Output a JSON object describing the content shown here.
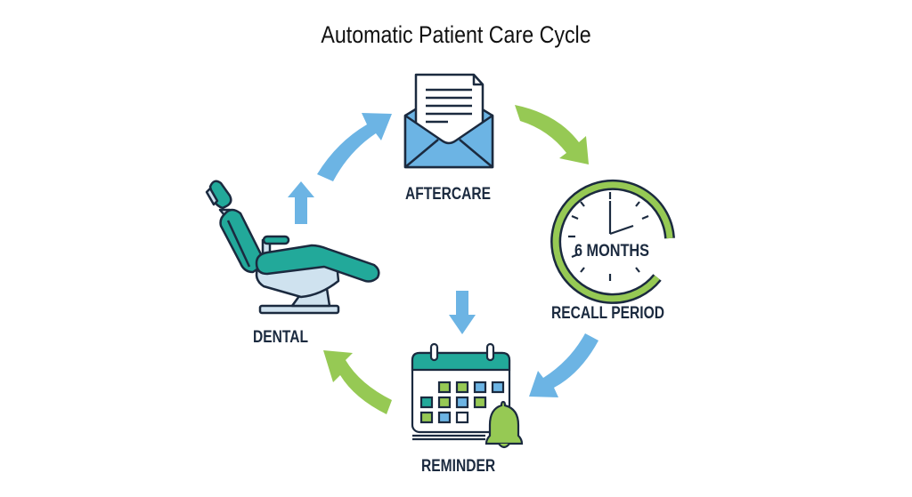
{
  "title": "Automatic Patient Care Cycle",
  "nodes": {
    "aftercare": {
      "label": "AFTERCARE",
      "icon": "envelope-letter-icon"
    },
    "recall": {
      "label": "RECALL PERIOD",
      "icon": "clock-icon",
      "clock_text": "6 MONTHS"
    },
    "reminder": {
      "label": "REMINDER",
      "icon": "calendar-bell-icon"
    },
    "dental": {
      "label": "DENTAL",
      "icon": "dental-chair-icon"
    }
  },
  "flow": [
    {
      "from": "DENTAL",
      "to": "AFTERCARE",
      "color": "#6cb4e4"
    },
    {
      "from": "AFTERCARE",
      "to": "RECALL PERIOD",
      "color": "#96c954"
    },
    {
      "from": "RECALL PERIOD",
      "to": "REMINDER",
      "color": "#6cb4e4"
    },
    {
      "from": "REMINDER",
      "to": "DENTAL",
      "color": "#96c954"
    }
  ],
  "colors": {
    "outline": "#1b2a3f",
    "blue": "#6cb4e4",
    "green": "#96c954",
    "teal": "#22a99a",
    "light_blue": "#cfe2ef"
  }
}
